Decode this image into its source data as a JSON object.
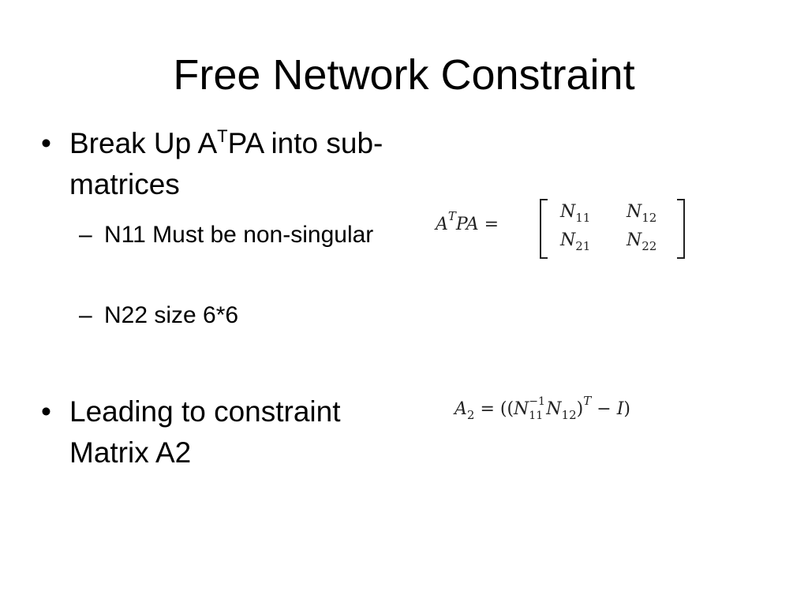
{
  "slide": {
    "title": "Free Network Constraint",
    "bullets": [
      {
        "mark": "•",
        "text_before": "Break Up A",
        "sup": "T",
        "text_after": "PA into sub-matrices",
        "subbullets": [
          {
            "mark": "–",
            "text": "N11 Must be non-singular"
          },
          {
            "mark": "–",
            "text": "N22 size 6*6"
          }
        ]
      },
      {
        "mark": "•",
        "text": "Leading to constraint Matrix A2"
      }
    ],
    "equation_1": {
      "lhs_A": "A",
      "lhs_T": "T",
      "lhs_PA": "PA",
      "equals": "=",
      "matrix": [
        [
          {
            "base": "N",
            "sub": "11"
          },
          {
            "base": "N",
            "sub": "12"
          }
        ],
        [
          {
            "base": "N",
            "sub": "21"
          },
          {
            "base": "N",
            "sub": "22"
          }
        ]
      ]
    },
    "equation_2": {
      "lhs_base": "A",
      "lhs_sub": "2",
      "equals": "=",
      "open": "((",
      "n_base": "N",
      "n_sup": "−1",
      "n_sub": "11",
      "n2_base": "N",
      "n2_sub": "12",
      "close": ")",
      "sup_T": "T",
      "minus": "−",
      "identity": "I",
      "end": ")"
    }
  }
}
